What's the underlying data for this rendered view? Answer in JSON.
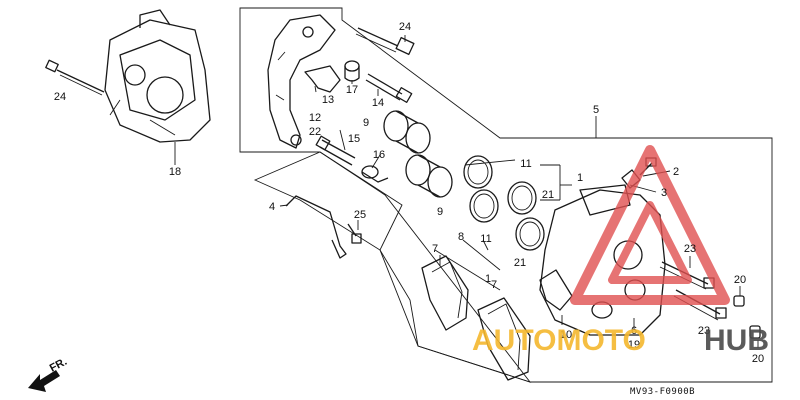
{
  "callouts": [
    "24",
    "24",
    "18",
    "12",
    "13",
    "22",
    "17",
    "14",
    "9",
    "15",
    "16",
    "11",
    "11",
    "21",
    "21",
    "1",
    "2",
    "3",
    "5",
    "9",
    "4",
    "25",
    "7",
    "8",
    "7",
    "1",
    "11",
    "23",
    "20",
    "10",
    "6",
    "19",
    "23",
    "20"
  ],
  "diagram_code": "MV93-F0900B",
  "direction_label": "FR.",
  "watermark": {
    "part_a": "AUTOMOTO",
    "part_b": "HUB",
    "color_a": "#f5b82e",
    "color_b": "#4a4a4a",
    "triangle_color": "#e05050"
  }
}
